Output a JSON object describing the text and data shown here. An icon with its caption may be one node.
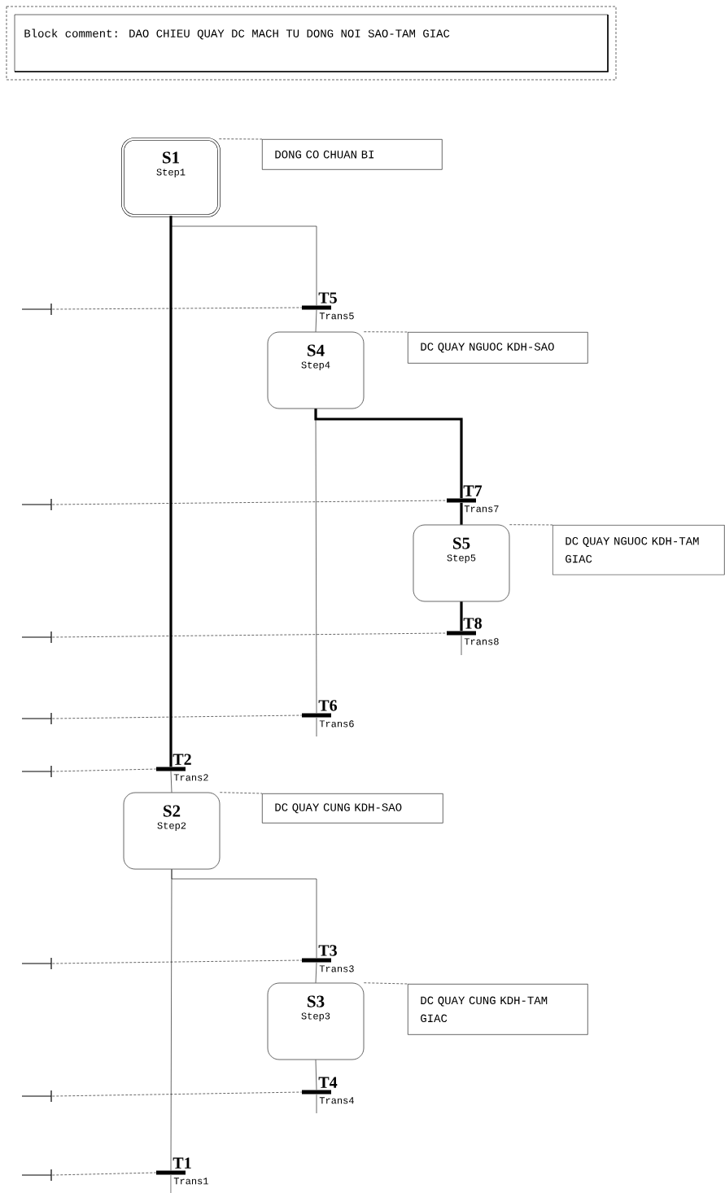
{
  "diagram": {
    "nodes": [
      {
        "text": [
          "Block comment: DAO CHIEU QUAY DC MACH TU DONG NOI SAO-TAM GIAC"
        ]
      },
      {
        "text": [
          "S1",
          "Step1"
        ]
      },
      {
        "text": [
          "DONG CO CHUAN BI"
        ]
      },
      {
        "text": [
          "T5",
          "Trans5"
        ]
      },
      {
        "text": [
          "S4",
          "Step4"
        ]
      },
      {
        "text": [
          "DC QUAY NGUOC KDH-SAO"
        ]
      },
      {
        "text": [
          "T7",
          "Trans7"
        ]
      },
      {
        "text": [
          "S5",
          "Step5"
        ]
      },
      {
        "text": [
          "DC QUAY NGUOC KDH-TAM GIAC"
        ]
      },
      {
        "text": [
          "T8",
          "Trans8"
        ]
      },
      {
        "text": [
          "T6",
          "Trans6"
        ]
      },
      {
        "text": [
          "T2",
          "Trans2"
        ]
      },
      {
        "text": [
          "S2",
          "Step2"
        ]
      },
      {
        "text": [
          "DC QUAY CUNG KDH-SAO"
        ]
      },
      {
        "text": [
          "T3",
          "Trans3"
        ]
      },
      {
        "text": [
          "S3",
          "Step3"
        ]
      },
      {
        "text": [
          "DC QUAY CUNG KDH-TAM GIAC"
        ]
      },
      {
        "text": [
          "T4",
          "Trans4"
        ]
      },
      {
        "text": [
          "T1",
          "Trans1"
        ]
      },
      {
        "text": [],
        "shape": "bar"
      },
      {
        "text": [],
        "shape": "bar"
      },
      {
        "text": [],
        "shape": "bar"
      },
      {
        "text": [],
        "shape": "bar"
      },
      {
        "text": [],
        "shape": "bar"
      },
      {
        "text": [],
        "shape": "bar"
      },
      {
        "text": [],
        "shape": "bar"
      },
      {
        "text": [],
        "shape": "bar"
      }
    ],
    "edges": [
      {
        "from": 1,
        "to": 11,
        "arrow": "none",
        "style": "thick"
      },
      {
        "from": 1,
        "to": 3,
        "arrow": "none"
      },
      {
        "from": 3,
        "to": 4,
        "arrow": "none"
      },
      {
        "from": 4,
        "to": 6,
        "arrow": "none",
        "style": "thick"
      },
      {
        "from": 4,
        "to": 10,
        "arrow": "none"
      },
      {
        "from": 6,
        "to": 7,
        "arrow": "none",
        "style": "thick"
      },
      {
        "from": 7,
        "to": 9,
        "arrow": "none",
        "style": "thick"
      },
      {
        "from": 11,
        "to": 12,
        "arrow": "none"
      },
      {
        "from": 12,
        "to": 18,
        "arrow": "none"
      },
      {
        "from": 12,
        "to": 14,
        "arrow": "none"
      },
      {
        "from": 14,
        "to": 15,
        "arrow": "none"
      },
      {
        "from": 15,
        "to": 17,
        "arrow": "none"
      },
      {
        "from": 1,
        "to": 2,
        "arrow": "none",
        "style": "dashed"
      },
      {
        "from": 4,
        "to": 5,
        "arrow": "none",
        "style": "dashed"
      },
      {
        "from": 7,
        "to": 8,
        "arrow": "none",
        "style": "dashed"
      },
      {
        "from": 12,
        "to": 13,
        "arrow": "none",
        "style": "dashed"
      },
      {
        "from": 15,
        "to": 16,
        "arrow": "none",
        "style": "dashed"
      },
      {
        "from": 19,
        "to": 3,
        "arrow": "none",
        "style": "dashed"
      },
      {
        "from": 20,
        "to": 6,
        "arrow": "none",
        "style": "dashed"
      },
      {
        "from": 21,
        "to": 9,
        "arrow": "none",
        "style": "dashed"
      },
      {
        "from": 22,
        "to": 10,
        "arrow": "none",
        "style": "dashed"
      },
      {
        "from": 23,
        "to": 11,
        "arrow": "none",
        "style": "dashed"
      },
      {
        "from": 24,
        "to": 14,
        "arrow": "none",
        "style": "dashed"
      },
      {
        "from": 25,
        "to": 17,
        "arrow": "none",
        "style": "dashed"
      },
      {
        "from": 26,
        "to": 18,
        "arrow": "none",
        "style": "dashed"
      }
    ]
  }
}
